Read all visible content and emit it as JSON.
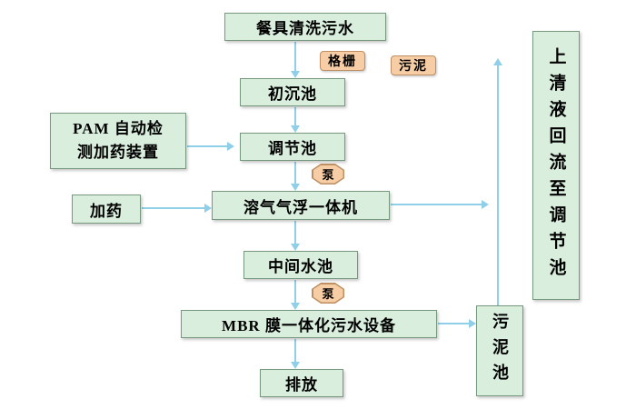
{
  "flowchart": {
    "title_implicit": "餐具清洗污水处理工艺流程",
    "colors": {
      "node_bg": "#d9eedd",
      "node_border": "#76987f",
      "tag_bg": "#f7cda6",
      "tag_border": "#bd8f62",
      "arrow": "#8fcfe8",
      "text": "#000000",
      "background": "#ffffff"
    },
    "nodes": {
      "source": {
        "label": "餐具清洗污水"
      },
      "primary_tank": {
        "label": "初沉池"
      },
      "regulating_tank": {
        "label": "调节池"
      },
      "daf_unit": {
        "label": "溶气气浮一体机"
      },
      "intermediate_tank": {
        "label": "中间水池"
      },
      "mbr_unit": {
        "label": "MBR 膜一体化污水设备"
      },
      "discharge": {
        "label": "排放"
      },
      "pam_device": {
        "line1": "PAM 自动检",
        "line2": "测加药装置"
      },
      "dosing": {
        "label": "加药"
      },
      "sludge_tank": {
        "label": "污泥池"
      },
      "supernatant_return": {
        "label": "上清液回流至调节池"
      }
    },
    "tags": {
      "grid": "格栅",
      "sludge": "污泥",
      "pump_upper": "泵",
      "pump_lower": "泵"
    }
  }
}
